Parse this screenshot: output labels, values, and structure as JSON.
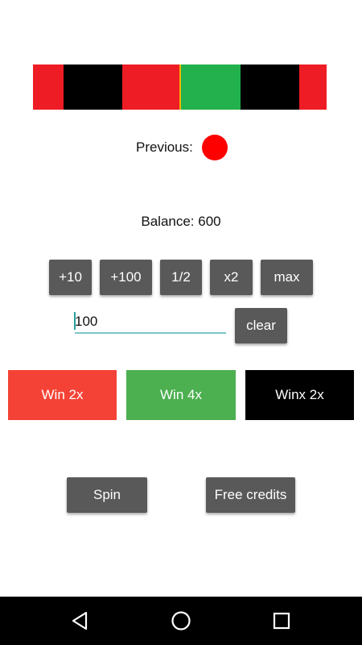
{
  "wheel": {
    "segments": [
      {
        "color": "#ee1c24",
        "weight": 38
      },
      {
        "color": "#000000",
        "weight": 73
      },
      {
        "color": "#ee1c24",
        "weight": 72
      },
      {
        "color": "#22b14c",
        "weight": 75
      },
      {
        "color": "#000000",
        "weight": 73
      },
      {
        "color": "#ee1c24",
        "weight": 34
      }
    ],
    "indicator_color": "#f5b400"
  },
  "previous": {
    "label": "Previous:",
    "result_color": "#ff0000"
  },
  "balance": {
    "text": "Balance: 600"
  },
  "bet_buttons": [
    {
      "label": "+10"
    },
    {
      "label": "+100"
    },
    {
      "label": "1/2"
    },
    {
      "label": "x2"
    },
    {
      "label": "max"
    }
  ],
  "bet_input": {
    "value": "100"
  },
  "clear_button": {
    "label": "clear"
  },
  "win_buttons": [
    {
      "label": "Win 2x",
      "color": "#f44336"
    },
    {
      "label": "Win 4x",
      "color": "#4caf50"
    },
    {
      "label": "Winx 2x",
      "color": "#000000"
    }
  ],
  "actions": {
    "spin_label": "Spin",
    "free_credits_label": "Free credits"
  },
  "navbar": {
    "back_icon": "back-triangle-icon",
    "home_icon": "home-circle-icon",
    "recents_icon": "recents-square-icon"
  }
}
